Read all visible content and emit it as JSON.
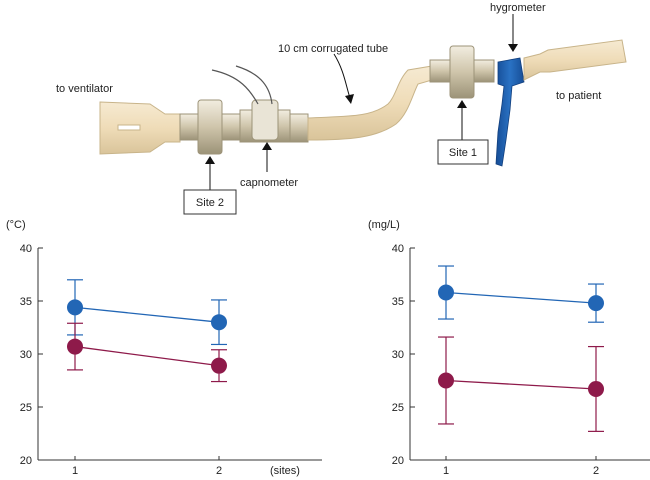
{
  "labels": {
    "hygrometer": "hygrometer",
    "corrugated_tube": "10 cm corrugated tube",
    "to_ventilator": "to ventilator",
    "to_patient": "to patient",
    "site1": "Site 1",
    "site2": "Site 2",
    "capnometer": "capnometer"
  },
  "colors": {
    "blue": "#2266b5",
    "red": "#8e1a4a",
    "tube": "#efdcb8",
    "tube_edge": "#c8b48a",
    "connector": "#d8cfb8",
    "hygrometer": "#1d5fb0"
  },
  "chart_data": [
    {
      "type": "scatter",
      "ylabel": "(°C)",
      "xlabel": "(sites)",
      "categories": [
        "1",
        "2"
      ],
      "ylim": [
        20,
        40
      ],
      "yticks": [
        "20",
        "25",
        "30",
        "35",
        "40"
      ],
      "series": [
        {
          "color": "#2266b5",
          "values": [
            34.4,
            33.0
          ],
          "errors": [
            2.6,
            2.1
          ]
        },
        {
          "color": "#8e1a4a",
          "values": [
            30.7,
            28.9
          ],
          "errors": [
            2.2,
            1.5
          ]
        }
      ]
    },
    {
      "type": "scatter",
      "ylabel": "(mg/L)",
      "xlabel": "",
      "categories": [
        "1",
        "2"
      ],
      "ylim": [
        20,
        40
      ],
      "yticks": [
        "20",
        "25",
        "30",
        "35",
        "40"
      ],
      "series": [
        {
          "color": "#2266b5",
          "values": [
            35.8,
            34.8
          ],
          "errors": [
            2.5,
            1.8
          ]
        },
        {
          "color": "#8e1a4a",
          "values": [
            27.5,
            26.7
          ],
          "errors": [
            4.1,
            4.0
          ]
        }
      ]
    }
  ]
}
